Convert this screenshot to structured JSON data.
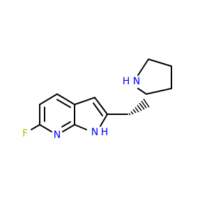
{
  "molecule": {
    "atoms": {
      "fluorine": "F",
      "pyridine_nitrogen": "N",
      "pyrrole_nh_n": "N",
      "pyrrole_nh_h": "H",
      "pyrrolidine_nh_n": "N",
      "pyrrolidine_nh_h": "H"
    },
    "colors": {
      "bond": "#000000",
      "fluorine": "#8fcf00",
      "nitrogen": "#0000ff",
      "background": "#ffffff"
    },
    "stereocenter": "hashed-wedge"
  }
}
